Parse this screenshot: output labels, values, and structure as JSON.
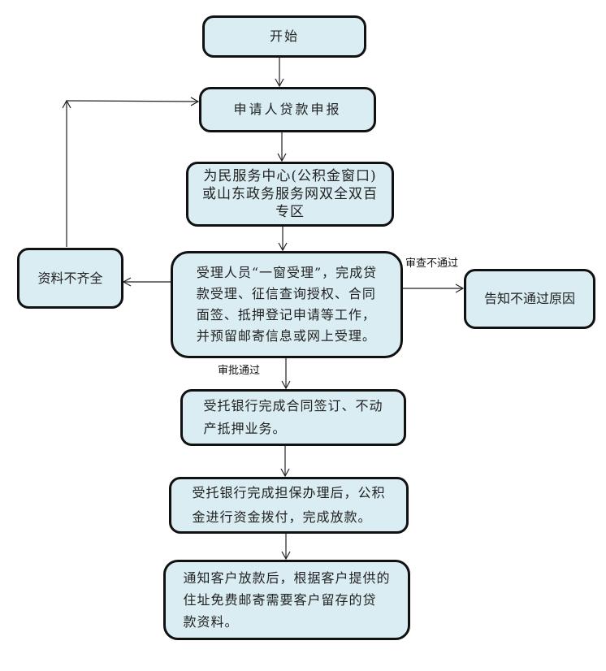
{
  "nodes": {
    "start": "开始",
    "apply": "申请人贷款申报",
    "center": "为民服务中心(公积金窗口)或山东政务服务网双全双百专区",
    "center_lines": [
      "为民服务中心(公积金窗口)",
      "或山东政务服务网双全双百",
      "专区"
    ],
    "accept_lines": [
      "受理人员“一窗受理”，完成贷",
      "款受理、征信查询授权、合同",
      "面签、抵押登记申请等工作，",
      "并预留邮寄信息或网上受理。"
    ],
    "incomplete": "资料不齐全",
    "reject_reason": "告知不通过原因",
    "bank_contract_lines": [
      "受托银行完成合同签订、不动",
      "产抵押业务。"
    ],
    "disburse_lines": [
      "受托银行完成担保办理后，公积",
      "金进行资金拨付，完成放款。"
    ],
    "notify_lines": [
      "通知客户放款后，根据客户提供的",
      "住址免费邮寄需要客户留存的贷",
      "款资料。"
    ]
  },
  "edge_labels": {
    "review_failed": "审查不通过",
    "approved": "审批通过"
  },
  "colors": {
    "box_fill": "#daedf3",
    "box_border": "#111111"
  }
}
